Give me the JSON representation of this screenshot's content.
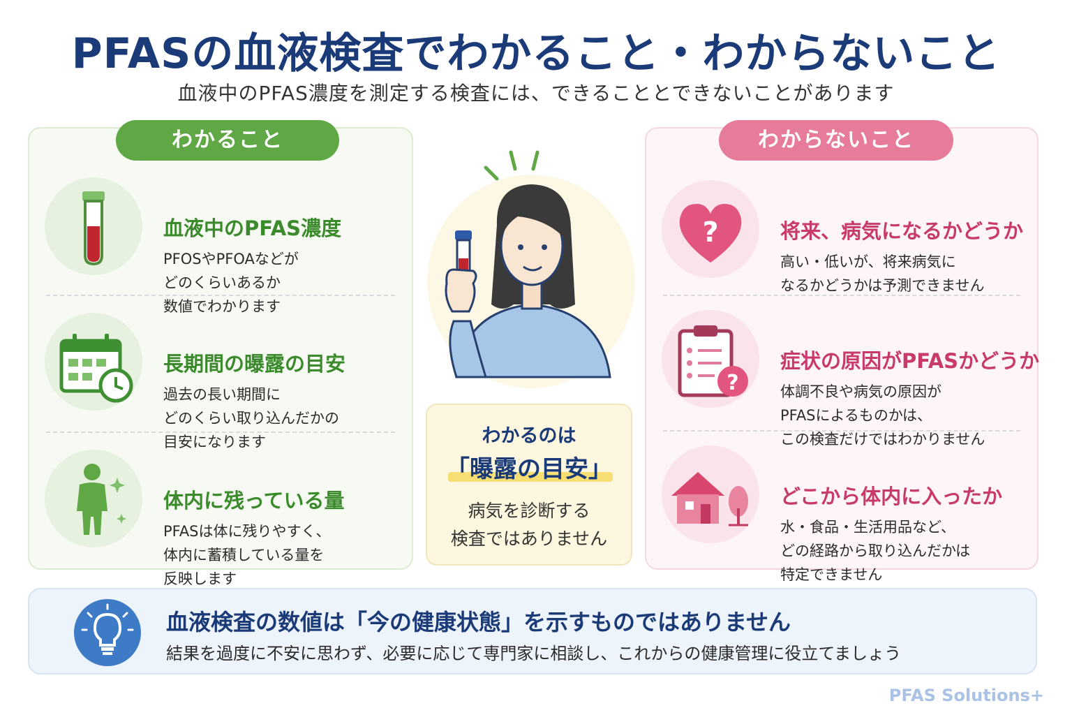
{
  "title": "PFASの血液検査でわかること・わからないこと",
  "subtitle": "血液中のPFAS濃度を測定する検査には、できることとできないことがあります",
  "left": {
    "label": "わかること",
    "items": [
      {
        "icon": "test-tube-icon",
        "heading": "血液中のPFAS濃度",
        "lines": [
          "PFOSやPFOAなどが",
          "どのくらいあるか",
          "数値でわかります"
        ]
      },
      {
        "icon": "calendar-clock-icon",
        "heading": "長期間の曝露の目安",
        "lines": [
          "過去の長い期間に",
          "どのくらい取り込んだかの",
          "目安になります"
        ]
      },
      {
        "icon": "person-sparkle-icon",
        "heading": "体内に残っている量",
        "lines": [
          "PFASは体に残りやすく、",
          "体内に蓄積している量を",
          "反映します"
        ]
      }
    ]
  },
  "right": {
    "label": "わからないこと",
    "items": [
      {
        "icon": "heart-question-icon",
        "heading": "将来、病気になるかどうか",
        "lines": [
          "高い・低いが、将来病気に",
          "なるかどうかは予測できません"
        ]
      },
      {
        "icon": "clipboard-question-icon",
        "heading": "症状の原因がPFASかどうか",
        "lines": [
          "体調不良や病気の原因が",
          "PFASによるものかは、",
          "この検査だけではわかりません"
        ]
      },
      {
        "icon": "house-tree-icon",
        "heading": "どこから体内に入ったか",
        "lines": [
          "水・食品・生活用品など、",
          "どの経路から取り込んだかは",
          "特定できません"
        ]
      }
    ]
  },
  "center": {
    "line1": "わかるのは",
    "line2": "「曝露の目安」",
    "line3": "病気を診断する",
    "line4": "検査ではありません"
  },
  "bottom": {
    "icon": "lightbulb-icon",
    "title": "血液検査の数値は「今の健康状態」を示すものではありません",
    "text": "結果を過度に不安に思わず、必要に応じて専門家に相談し、これからの健康管理に役立てましょう"
  },
  "brand": "PFAS Solutions+",
  "colors": {
    "title": "#1b3a78",
    "green": "#5fa845",
    "pink": "#e77b9a",
    "blue": "#3e7bc7"
  }
}
